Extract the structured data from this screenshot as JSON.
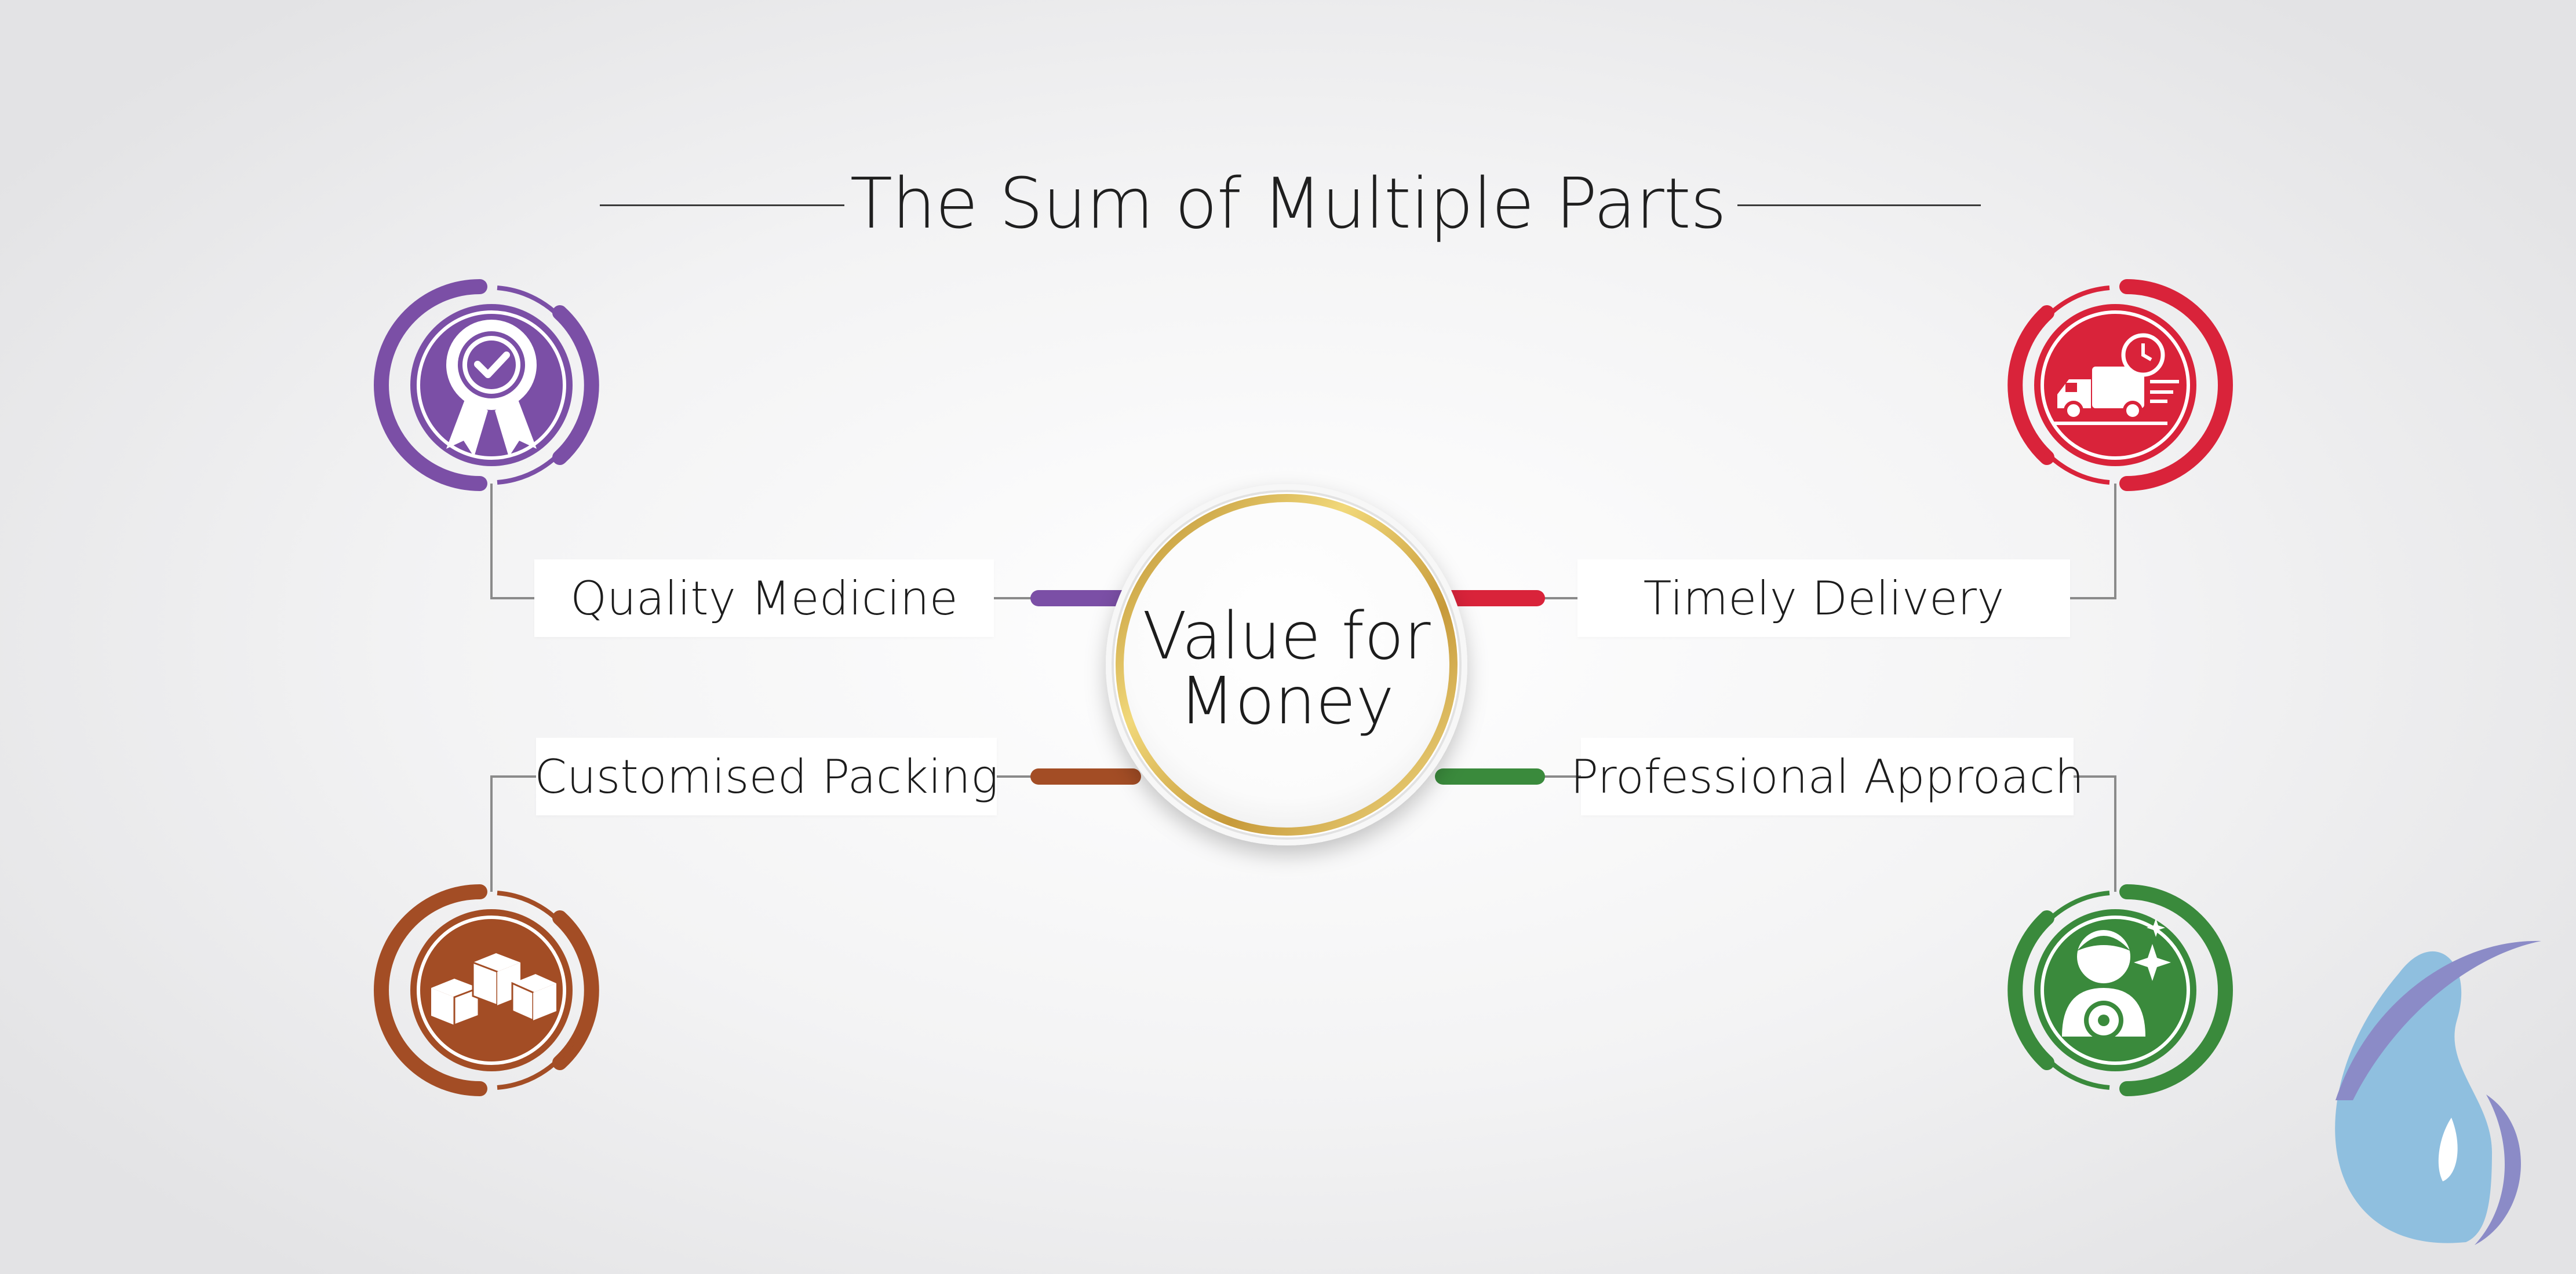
{
  "title": "The Sum of Multiple Parts",
  "center": {
    "line1": "Value for",
    "line2": "Money"
  },
  "nodes": [
    {
      "label": "Quality Medicine",
      "icon": "award-badge-icon",
      "color": "#7b4fa6"
    },
    {
      "label": "Timely Delivery",
      "icon": "delivery-truck-icon",
      "color": "#d9233a"
    },
    {
      "label": "Customised Packing",
      "icon": "packing-boxes-icon",
      "color": "#a34d25"
    },
    {
      "label": "Professional Approach",
      "icon": "professional-person-icon",
      "color": "#3a8a3c"
    }
  ],
  "logo": {
    "icon": "water-drop-logo-icon",
    "colors": [
      "#8b8bc7",
      "#8fbfdf"
    ]
  }
}
